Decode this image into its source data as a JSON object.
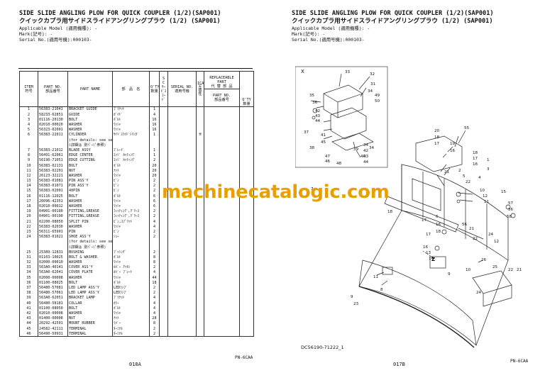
{
  "header": {
    "title_en": "SIDE SLIDE ANGLING PLOW FOR QUICK COUPLER (1/2)(SAP001)",
    "title_jp": "クイックカプラ用サイドスライドアングリングプラウ (1/2) (SAP001)",
    "applicable_model": "Applicable Model (適用機種): -",
    "mark": "Mark(記号): -",
    "serial": "Serial No.(適用号機):000103-"
  },
  "columns": {
    "item": "ITEM\n符号",
    "part_no": "PART NO.\n部品番号",
    "part_name": "PART NAME",
    "jp_name": "部　品　名",
    "qty": "Q'TY\n数量",
    "sc": "S C\nｻｰﾋﾞｽ\nｺｰﾄﾞ",
    "serial_no": "SERIAL NO.\n適用号機",
    "ica": "ICA\n互\n換\n性",
    "repl_part": "REPLACEABLE PART\n代 替 部 品",
    "repl_part_no": "PART NO.\n部品番号",
    "repl_qty": "Q'TY\n数量"
  },
  "rows": [
    {
      "item": "1",
      "part_no": "56383-21041",
      "name": "BRACKET GUIDE",
      "jp": "ﾌﾞﾗｹｯﾄ",
      "qty": "1",
      "sc": "",
      "ica": ""
    },
    {
      "item": "2",
      "part_no": "58233-62851",
      "name": "GUIDE",
      "jp": "ｶﾞｲﾄﾞ",
      "qty": "4",
      "sc": "",
      "ica": ""
    },
    {
      "item": "3",
      "part_no": "01116-20130",
      "name": "BOLT",
      "jp": "ﾎﾞﾙﾄ",
      "qty": "16",
      "sc": "",
      "ica": ""
    },
    {
      "item": "4",
      "part_no": "02010-00020",
      "name": "WASHER",
      "jp": "ﾜｯｼｬ",
      "qty": "16",
      "sc": "",
      "ica": ""
    },
    {
      "item": "5",
      "part_no": "56323-02001",
      "name": "WASHER",
      "jp": "ﾜｯｼｬ",
      "qty": "16",
      "sc": "",
      "ica": ""
    },
    {
      "item": "6",
      "part_no": "56383-22011",
      "name": "CYLINDER",
      "jp": "ｻｲﾄﾞｽﾗｲﾄﾞｼﾘﾝﾀﾞ",
      "qty": "1",
      "sc": "",
      "ica": "H"
    },
    {
      "item": "",
      "part_no": "",
      "name": "(for details: see separate page)",
      "jp": "",
      "qty": "",
      "sc": "",
      "ica": ""
    },
    {
      "item": "",
      "part_no": "",
      "name": "(詳細は 別ﾍﾟｰｼﾞ参照)",
      "jp": "",
      "qty": "",
      "sc": "",
      "ica": ""
    },
    {
      "item": "7",
      "part_no": "56383-21012",
      "name": "BLADE ASSY",
      "jp": "ﾌﾞﾚｰﾄﾞ",
      "qty": "1",
      "sc": "",
      "ica": ""
    },
    {
      "item": "8",
      "part_no": "56491-62061",
      "name": "EDGE CENTER",
      "jp": "ｴｯｼﾞ ｶｯﾃｨﾝｸﾞ",
      "qty": "1",
      "sc": "",
      "ica": ""
    },
    {
      "item": "9",
      "part_no": "56190-71051",
      "name": "EDGE CUTTING",
      "jp": "ｴｯｼﾞ ｶｯﾃｨﾝｸﾞ",
      "qty": "2",
      "sc": "",
      "ica": ""
    },
    {
      "item": "10",
      "part_no": "56383-02131",
      "name": "BOLT",
      "jp": "ﾎﾞﾙﾄ",
      "qty": "20",
      "sc": "",
      "ica": ""
    },
    {
      "item": "11",
      "part_no": "56383-02201",
      "name": "NUT",
      "jp": "ﾅｯﾄ",
      "qty": "20",
      "sc": "",
      "ica": ""
    },
    {
      "item": "12",
      "part_no": "26123-32221",
      "name": "WASHER",
      "jp": "ﾜｯｼｬ",
      "qty": "20",
      "sc": "",
      "ica": ""
    },
    {
      "item": "13",
      "part_no": "56383-01081",
      "name": "PIN ASS'Y",
      "jp": "ﾋﾟﾝ",
      "qty": "2",
      "sc": "",
      "ica": ""
    },
    {
      "item": "14",
      "part_no": "56383-01071",
      "name": "PIN ASS'Y",
      "jp": "ﾋﾟﾝ",
      "qty": "2",
      "sc": "",
      "ica": ""
    },
    {
      "item": "15",
      "part_no": "56383-02001",
      "name": "40PIN",
      "jp": "ﾋﾟﾝ",
      "qty": "2",
      "sc": "",
      "ica": ""
    },
    {
      "item": "16",
      "part_no": "01116-12025",
      "name": "BOLT",
      "jp": "ﾎﾞﾙﾄ",
      "qty": "6",
      "sc": "",
      "ica": ""
    },
    {
      "item": "17",
      "part_no": "26096-42351",
      "name": "WASHER",
      "jp": "ﾜｯｼｬ",
      "qty": "6",
      "sc": "",
      "ica": ""
    },
    {
      "item": "18",
      "part_no": "02010-00012",
      "name": "WASHER",
      "jp": "ﾜｯｼｬ",
      "qty": "6",
      "sc": "",
      "ica": ""
    },
    {
      "item": "19",
      "part_no": "04901-00100",
      "name": "FITTING,GREASE",
      "jp": "ﾌｨｯﾃｨﾝｸﾞ,ｸﾞﾘｰｽ",
      "qty": "2",
      "sc": "",
      "ica": ""
    },
    {
      "item": "20",
      "part_no": "04901-00190",
      "name": "FITTING,GREASE",
      "jp": "ﾌｨｯﾃｨﾝｸﾞ,ｸﾞﾘｰｽ",
      "qty": "2",
      "sc": "",
      "ica": ""
    },
    {
      "item": "21",
      "part_no": "02200-08050",
      "name": "SPLIT PIN",
      "jp": "ﾋﾟﾝ,ｽﾌﾟﾘｯﾄ",
      "qty": "4",
      "sc": "",
      "ica": ""
    },
    {
      "item": "22",
      "part_no": "56383-02030",
      "name": "WASHER",
      "jp": "ﾜｯｼｬ",
      "qty": "4",
      "sc": "",
      "ica": ""
    },
    {
      "item": "23",
      "part_no": "56311-65901",
      "name": "PIN",
      "jp": "ﾋﾟﾝ",
      "qty": "2",
      "sc": "",
      "ica": ""
    },
    {
      "item": "24",
      "part_no": "56383-01021",
      "name": "SHOE ASS'Y",
      "jp": "ｼｭｰ",
      "qty": "2",
      "sc": "",
      "ica": ""
    },
    {
      "item": "",
      "part_no": "",
      "name": "(for details: see separate page)",
      "jp": "",
      "qty": "",
      "sc": "",
      "ica": ""
    },
    {
      "item": "",
      "part_no": "",
      "name": "(詳細は 別ﾍﾟｰｼﾞ参照)",
      "jp": "",
      "qty": "",
      "sc": "",
      "ica": ""
    },
    {
      "item": "25",
      "part_no": "25389-12831",
      "name": "BUSHING",
      "jp": "ﾌﾞｯｼﾝｸﾞ",
      "qty": "2",
      "sc": "",
      "ica": ""
    },
    {
      "item": "31",
      "part_no": "01103-10025",
      "name": "BOLT & WASHER",
      "jp": "ﾎﾞﾙﾄ",
      "qty": "8",
      "sc": "",
      "ica": ""
    },
    {
      "item": "32",
      "part_no": "02000-00010",
      "name": "WASHER",
      "jp": "ﾜｯｼｬ",
      "qty": "8",
      "sc": "",
      "ica": ""
    },
    {
      "item": "33",
      "part_no": "563A0-40141",
      "name": "COVER ASS'Y",
      "jp": "ｶﾊﾞｰ ｱｯｾﾝ",
      "qty": "2",
      "sc": "",
      "ica": ""
    },
    {
      "item": "34",
      "part_no": "563A0-62041",
      "name": "COVER PLATE",
      "jp": "ｶﾊﾞｰ ﾌﾟﾚｰﾄ",
      "qty": "4",
      "sc": "",
      "ica": ""
    },
    {
      "item": "35",
      "part_no": "02000-00008",
      "name": "WASHER",
      "jp": "ﾜｯｼｬ",
      "qty": "44",
      "sc": "",
      "ica": ""
    },
    {
      "item": "36",
      "part_no": "01100-08025",
      "name": "BOLT",
      "jp": "ﾎﾞﾙﾄ",
      "qty": "18",
      "sc": "",
      "ica": ""
    },
    {
      "item": "37",
      "part_no": "56480-57081",
      "name": "LED LAMP ASS'Y",
      "jp": "LEDﾗﾝﾌﾟ",
      "qty": "2",
      "sc": "",
      "ica": ""
    },
    {
      "item": "38",
      "part_no": "56480-57061",
      "name": "LED LAMP ASS'Y",
      "jp": "LEDﾗﾝﾌﾟ",
      "qty": "2",
      "sc": "",
      "ica": ""
    },
    {
      "item": "39",
      "part_no": "563A0-62051",
      "name": "BRACKET LAMP",
      "jp": "ﾌﾞﾗｹｯﾄ",
      "qty": "4",
      "sc": "",
      "ica": ""
    },
    {
      "item": "40",
      "part_no": "56480-58181",
      "name": "COLLAR",
      "jp": "ｶﾗｰ",
      "qty": "4",
      "sc": "",
      "ica": ""
    },
    {
      "item": "41",
      "part_no": "01100-08050",
      "name": "BOLT",
      "jp": "ﾎﾞﾙﾄ",
      "qty": "4",
      "sc": "",
      "ica": ""
    },
    {
      "item": "42",
      "part_no": "02010-00008",
      "name": "WASHER",
      "jp": "ﾜｯｼｬ",
      "qty": "4",
      "sc": "",
      "ica": ""
    },
    {
      "item": "43",
      "part_no": "01400-00008",
      "name": "NUT",
      "jp": "ﾅｯﾄ",
      "qty": "28",
      "sc": "",
      "ica": ""
    },
    {
      "item": "44",
      "part_no": "20292-42501",
      "name": "MOUNT RUBBER",
      "jp": "ﾗﾊﾞｰ",
      "qty": "8",
      "sc": "",
      "ica": ""
    },
    {
      "item": "45",
      "part_no": "24582-42111",
      "name": "TERMINAL",
      "jp": "ﾀｰﾐﾅﾙ",
      "qty": "2",
      "sc": "",
      "ica": ""
    },
    {
      "item": "46",
      "part_no": "56490-50931",
      "name": "TERMINAL",
      "jp": "ﾀｰﾐﾅﾙ",
      "qty": "2",
      "sc": "",
      "ica": ""
    }
  ],
  "left_footer": {
    "page": "018A",
    "code": "PN-6CAA"
  },
  "right_footer": {
    "page": "017B",
    "code": "PN-6CAA"
  },
  "watermark": "machinecatalogic.com",
  "diagram": {
    "view_label": "X",
    "arrow_label": "Z",
    "code": "DC56190-71222_1",
    "callouts": [
      "33",
      "35",
      "36",
      "32",
      "31",
      "34",
      "42",
      "43",
      "44",
      "37",
      "41",
      "45",
      "38",
      "39",
      "40",
      "34",
      "47",
      "46",
      "48",
      "34",
      "42",
      "43",
      "44",
      "49",
      "50",
      "55",
      "20",
      "18",
      "17",
      "19",
      "16",
      "18",
      "17",
      "16",
      "1",
      "3",
      "4",
      "2",
      "5",
      "22",
      "21",
      "7",
      "15",
      "57",
      "56",
      "58",
      "10",
      "12",
      "11",
      "6",
      "16",
      "18",
      "17",
      "22",
      "21",
      "56",
      "18",
      "17",
      "16",
      "13",
      "14",
      "9",
      "24",
      "12",
      "11",
      "8",
      "10",
      "26",
      "21",
      "22",
      "9",
      "23",
      "25",
      "24"
    ]
  }
}
